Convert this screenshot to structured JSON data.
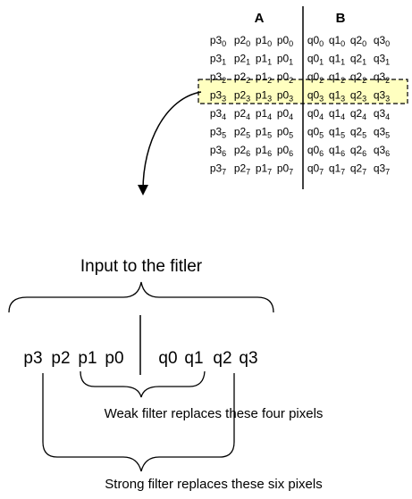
{
  "block_grid": {
    "column_a_label": "A",
    "column_b_label": "B",
    "highlight_row_index": 3,
    "highlight_fill": "#ffffc0",
    "rows": [
      {
        "index": "0",
        "p": [
          "p3",
          "p2",
          "p1",
          "p0"
        ],
        "q": [
          "q0",
          "q1",
          "q2",
          "q3"
        ]
      },
      {
        "index": "1",
        "p": [
          "p3",
          "p2",
          "p1",
          "p0"
        ],
        "q": [
          "q0",
          "q1",
          "q2",
          "q3"
        ]
      },
      {
        "index": "2",
        "p": [
          "p3",
          "p2",
          "p1",
          "p0"
        ],
        "q": [
          "q0",
          "q1",
          "q2",
          "q3"
        ]
      },
      {
        "index": "3",
        "p": [
          "p3",
          "p2",
          "p1",
          "p0"
        ],
        "q": [
          "q0",
          "q1",
          "q2",
          "q3"
        ]
      },
      {
        "index": "4",
        "p": [
          "p3",
          "p2",
          "p1",
          "p0"
        ],
        "q": [
          "q0",
          "q1",
          "q2",
          "q3"
        ]
      },
      {
        "index": "5",
        "p": [
          "p3",
          "p2",
          "p1",
          "p0"
        ],
        "q": [
          "q0",
          "q1",
          "q2",
          "q3"
        ]
      },
      {
        "index": "6",
        "p": [
          "p3",
          "p2",
          "p1",
          "p0"
        ],
        "q": [
          "q0",
          "q1",
          "q2",
          "q3"
        ]
      },
      {
        "index": "7",
        "p": [
          "p3",
          "p2",
          "p1",
          "p0"
        ],
        "q": [
          "q0",
          "q1",
          "q2",
          "q3"
        ]
      }
    ]
  },
  "filter_input": {
    "title": "Input to the fitler",
    "p_pixels": [
      "p3",
      "p2",
      "p1",
      "p0"
    ],
    "q_pixels": [
      "q0",
      "q1",
      "q2",
      "q3"
    ],
    "weak_label": "Weak filter replaces these four pixels",
    "strong_label": "Strong filter replaces these six pixels"
  }
}
